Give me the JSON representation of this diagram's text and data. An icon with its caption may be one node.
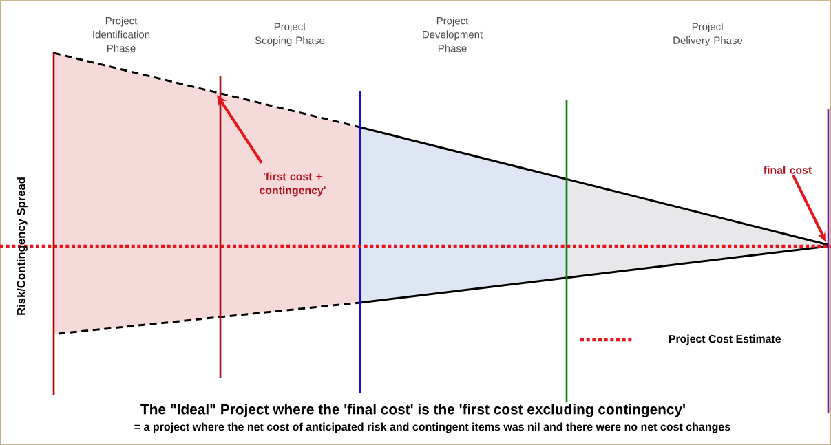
{
  "diagram": {
    "title": "The \"Ideal\" Project where the 'final cost' is the 'first cost excluding contingency'",
    "caption": "= a project where the net cost of anticipated risk and contingent items was nil and there were no net cost changes",
    "nodes": [
      {
        "text": [
          "'first cost + contingency'"
        ]
      },
      {
        "text": [
          "final cost"
        ]
      }
    ],
    "edges": [
      {
        "from": 0,
        "to": null,
        "arrow": "to"
      },
      {
        "from": 1,
        "to": null,
        "arrow": "to"
      }
    ],
    "labels": [
      "Project Identification Phase",
      "Project Scoping Phase",
      "Project Development Phase",
      "Project Delivery Phase",
      "Risk/Contingency Spread"
    ],
    "legend": [
      {
        "text": "Project Cost Estimate"
      }
    ]
  }
}
